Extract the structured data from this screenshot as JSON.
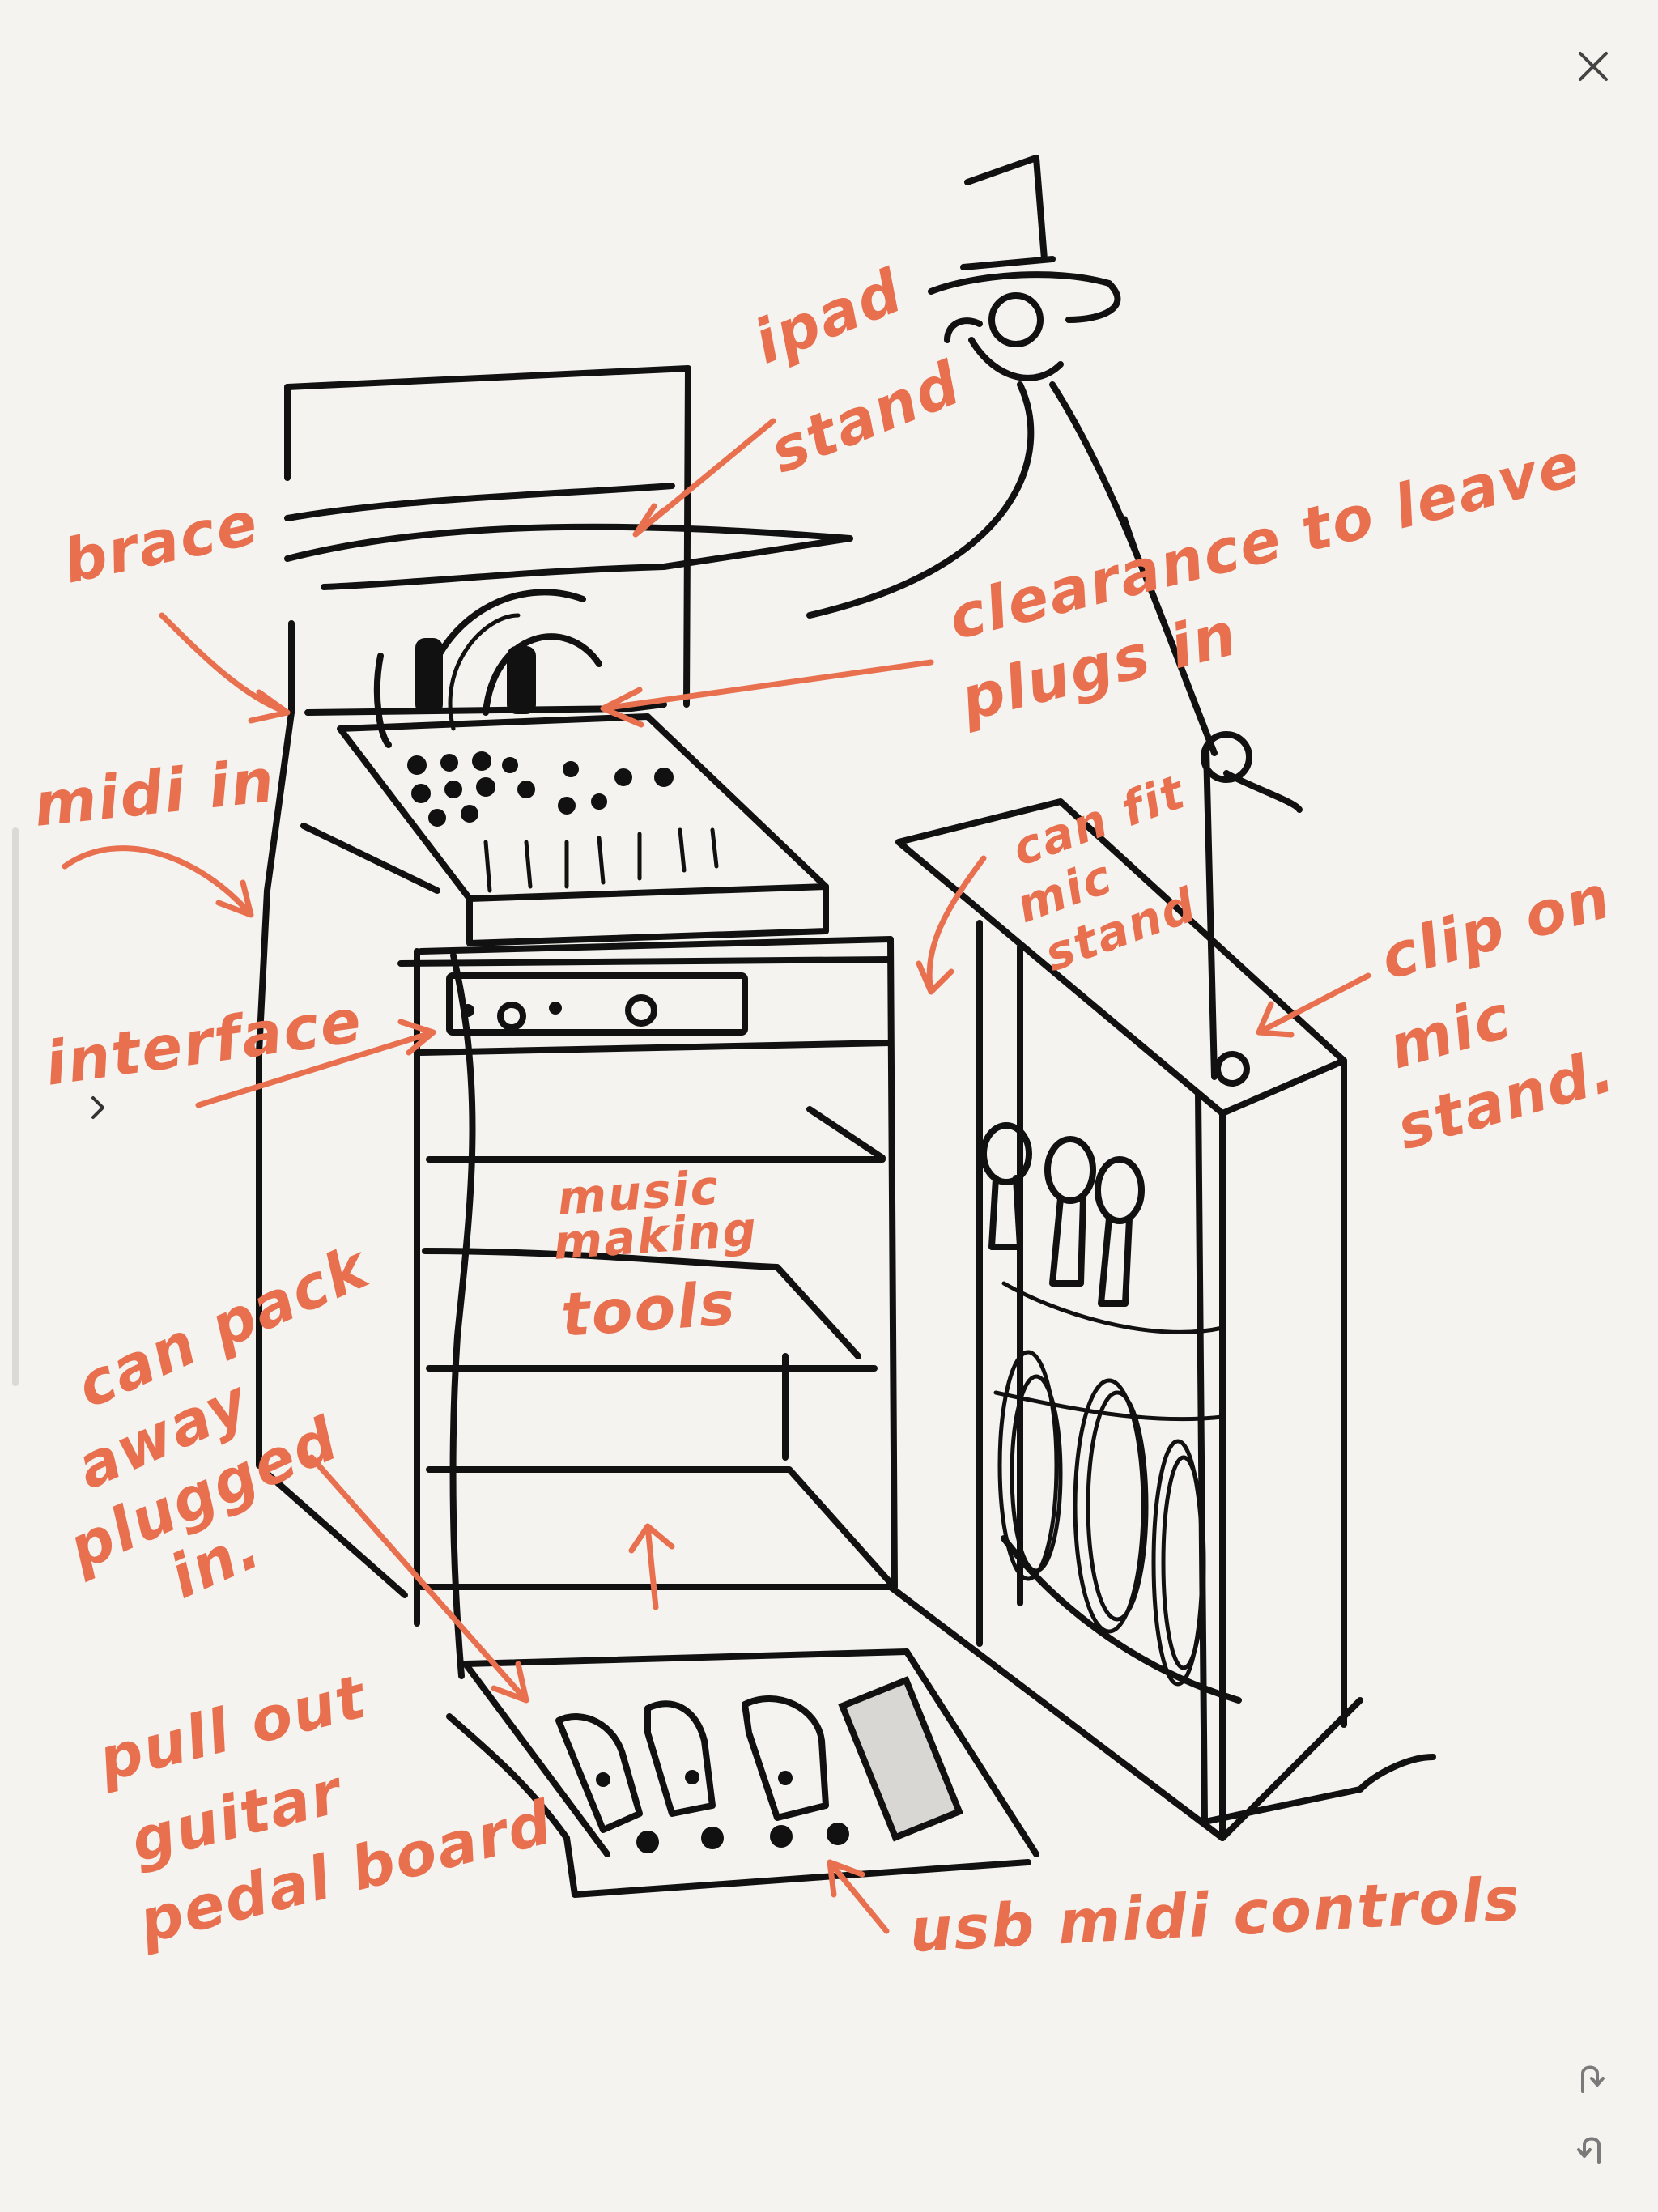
{
  "toolbar": {
    "close_icon": "close-icon",
    "undo_icon": "undo-icon",
    "redo_icon": "redo-icon",
    "expand_icon": "chevron-right-icon"
  },
  "colors": {
    "paper": "#f4f3f0",
    "ink": "#111111",
    "annotation": "#e8704f",
    "toolbar_icon": "#7a7a7a"
  },
  "annotations": {
    "ipad_stand_1": "ipad",
    "ipad_stand_2": "stand",
    "brace": "brace",
    "clearance_1": "clearance to leave",
    "clearance_2": "plugs in",
    "midi_in": "midi in",
    "can_fit_1": "can fit",
    "can_fit_2": "mic",
    "can_fit_3": "stand",
    "clip_on_1": "clip on",
    "clip_on_2": "mic",
    "clip_on_3": "stand.",
    "interface": "interface",
    "music_1": "music",
    "music_2": "making",
    "music_3": "tools",
    "pack_1": "can pack",
    "pack_2": "away",
    "pack_3": "plugged",
    "pack_4": "in.",
    "pull_1": "pull out",
    "pull_2": "guitar",
    "pull_3": "pedal board",
    "usb": "usb midi controls"
  }
}
